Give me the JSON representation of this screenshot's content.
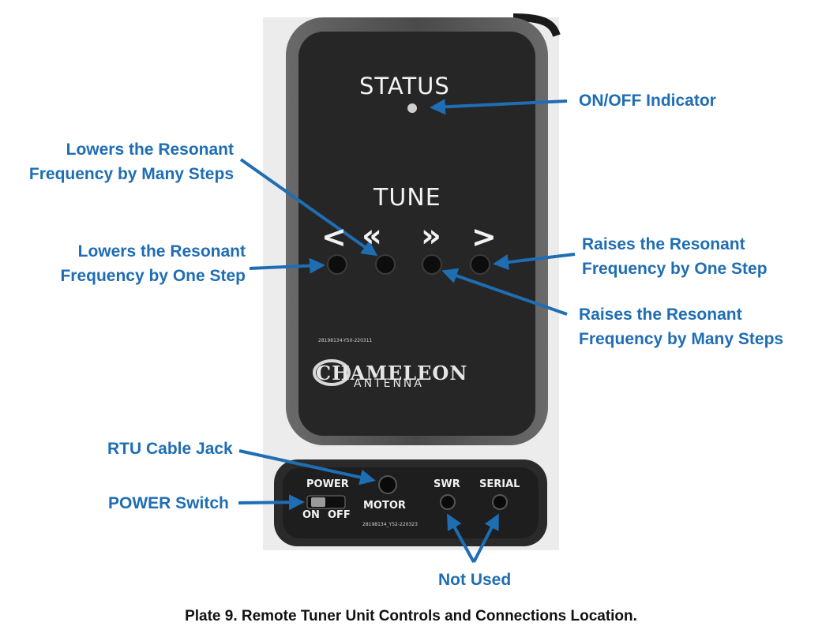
{
  "device": {
    "status_label": "STATUS",
    "tune_label": "TUNE",
    "tune_glyphs": [
      "<",
      "«",
      "»",
      ">"
    ],
    "brand_line1": "CHAMELEON",
    "brand_line2": "ANTENNA",
    "serial_top": "28198134-Y50-220311",
    "serial_bottom": "28198134_Y52-220323",
    "power_label": "POWER",
    "on_label": "ON",
    "off_label": "OFF",
    "motor_label": "MOTOR",
    "swr_label": "SWR",
    "serial_port_label": "SERIAL"
  },
  "callouts": {
    "on_off": "ON/OFF Indicator",
    "lower_many": [
      "Lowers the Resonant",
      "Frequency by Many Steps"
    ],
    "lower_one": [
      "Lowers the Resonant",
      "Frequency by One Step"
    ],
    "raise_one": [
      "Raises the Resonant",
      "Frequency by One Step"
    ],
    "raise_many": [
      "Raises the Resonant",
      "Frequency by Many Steps"
    ],
    "rtu_jack": "RTU Cable Jack",
    "power_switch": "POWER Switch",
    "not_used": "Not Used"
  },
  "caption": "Plate 9.  Remote Tuner Unit Controls and Connections Location.",
  "colors": {
    "callout": "#1f6db3",
    "device_body": "#2b2b2b",
    "device_rim": "#5a5a5a"
  }
}
